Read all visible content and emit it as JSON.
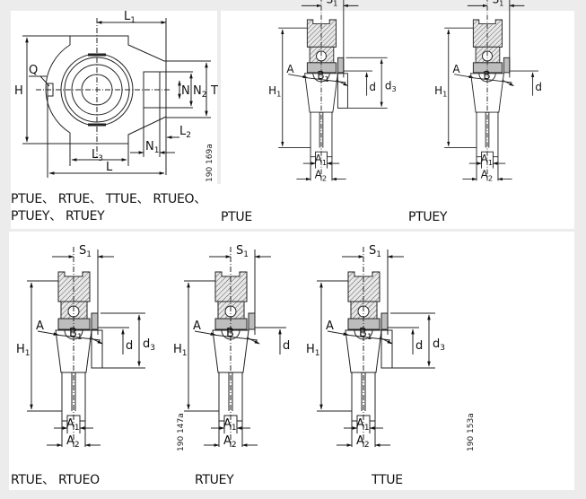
{
  "front_view": {
    "figure_code": "190 169a",
    "labels": {
      "L1": "L",
      "L1_sub": "1",
      "H": "H",
      "Q": "Q",
      "N": "N",
      "N2": "N",
      "N2_sub": "2",
      "T": "T",
      "L2": "L",
      "L2_sub": "2",
      "N1": "N",
      "N1_sub": "1",
      "L3": "L",
      "L3_sub": "3",
      "L": "L"
    },
    "caption_line1": "PTUE、 RTUE、 TTUE、 RTUEO、",
    "caption_line2": "PTUEY、 RTUEY"
  },
  "side_views": [
    {
      "caption": "PTUE",
      "width_label": "B",
      "width_sub": "1",
      "has_d3": true,
      "figure_code": ""
    },
    {
      "caption": "PTUEY",
      "width_label": "B",
      "width_sub": "",
      "has_d3": false,
      "figure_code": ""
    },
    {
      "caption": "RTUE、 RTUEO",
      "width_label": "B",
      "width_sub": "1",
      "has_d3": true,
      "figure_code": "190 147a"
    },
    {
      "caption": "RTUEY",
      "width_label": "B",
      "width_sub": "",
      "has_d3": false,
      "figure_code": ""
    },
    {
      "caption": "TTUE",
      "width_label": "B",
      "width_sub": "1",
      "has_d3": true,
      "figure_code": "190 153a"
    }
  ],
  "dim_labels": {
    "S": "S",
    "S_sub": "1",
    "H": "H",
    "H_sub": "1",
    "A": "A",
    "d": "d",
    "d3": "d",
    "d3_sub": "3",
    "A1": "A",
    "A1_sub": "1",
    "A2": "A",
    "A2_sub": "2"
  },
  "colors": {
    "background": "#ececec",
    "panel": "#ffffff",
    "line": "#222222",
    "hatch": "#555555",
    "fill": "#bdbdbd"
  }
}
